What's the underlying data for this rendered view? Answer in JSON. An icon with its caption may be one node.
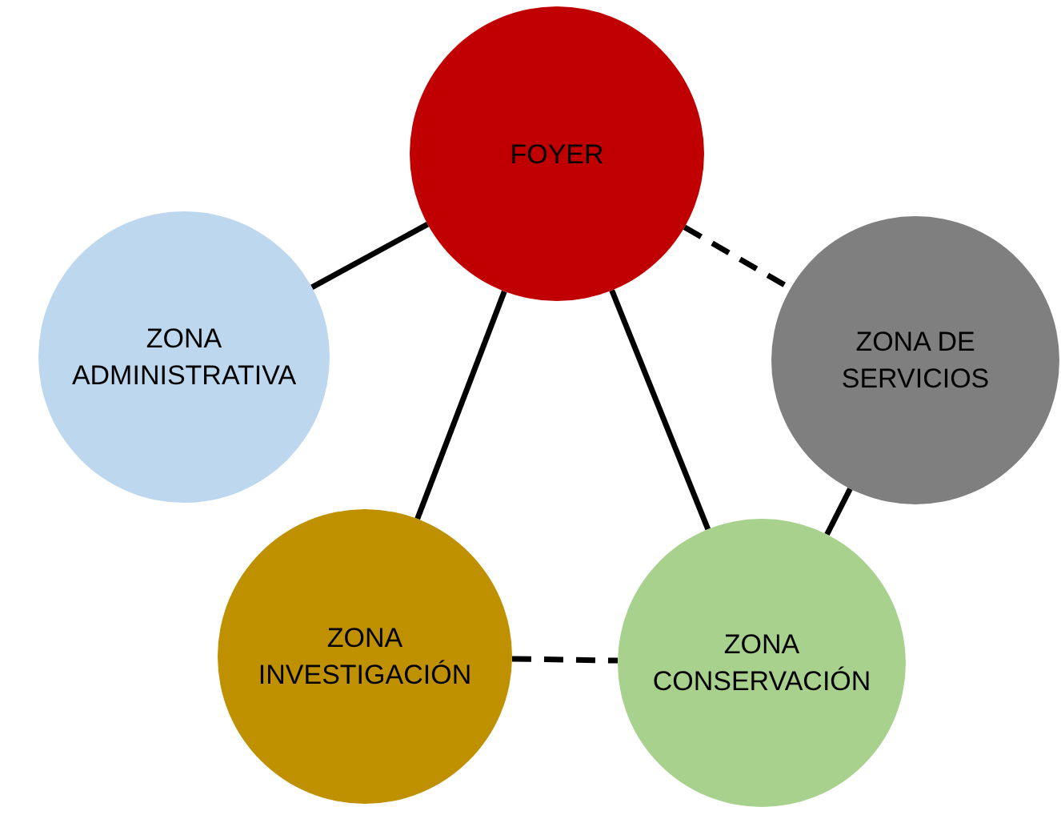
{
  "diagram": {
    "nodes": [
      {
        "text": [
          "FOYER"
        ]
      },
      {
        "text": [
          "ZONA ADMINISTRATIVA"
        ]
      },
      {
        "text": [
          "ZONA DE SERVICIOS"
        ]
      },
      {
        "text": [
          "ZONA INVESTIGACIÓN"
        ]
      },
      {
        "text": [
          "ZONA CONSERVACIÓN"
        ]
      }
    ],
    "edges": [
      {
        "from": 0,
        "to": 1,
        "arrow": "none"
      },
      {
        "from": 0,
        "to": 2,
        "arrow": "none",
        "style": "dashed"
      },
      {
        "from": 0,
        "to": 3,
        "arrow": "none"
      },
      {
        "from": 0,
        "to": 4,
        "arrow": "none"
      },
      {
        "from": 2,
        "to": 4,
        "arrow": "none"
      },
      {
        "from": 3,
        "to": 4,
        "arrow": "none",
        "style": "dashed"
      }
    ]
  }
}
